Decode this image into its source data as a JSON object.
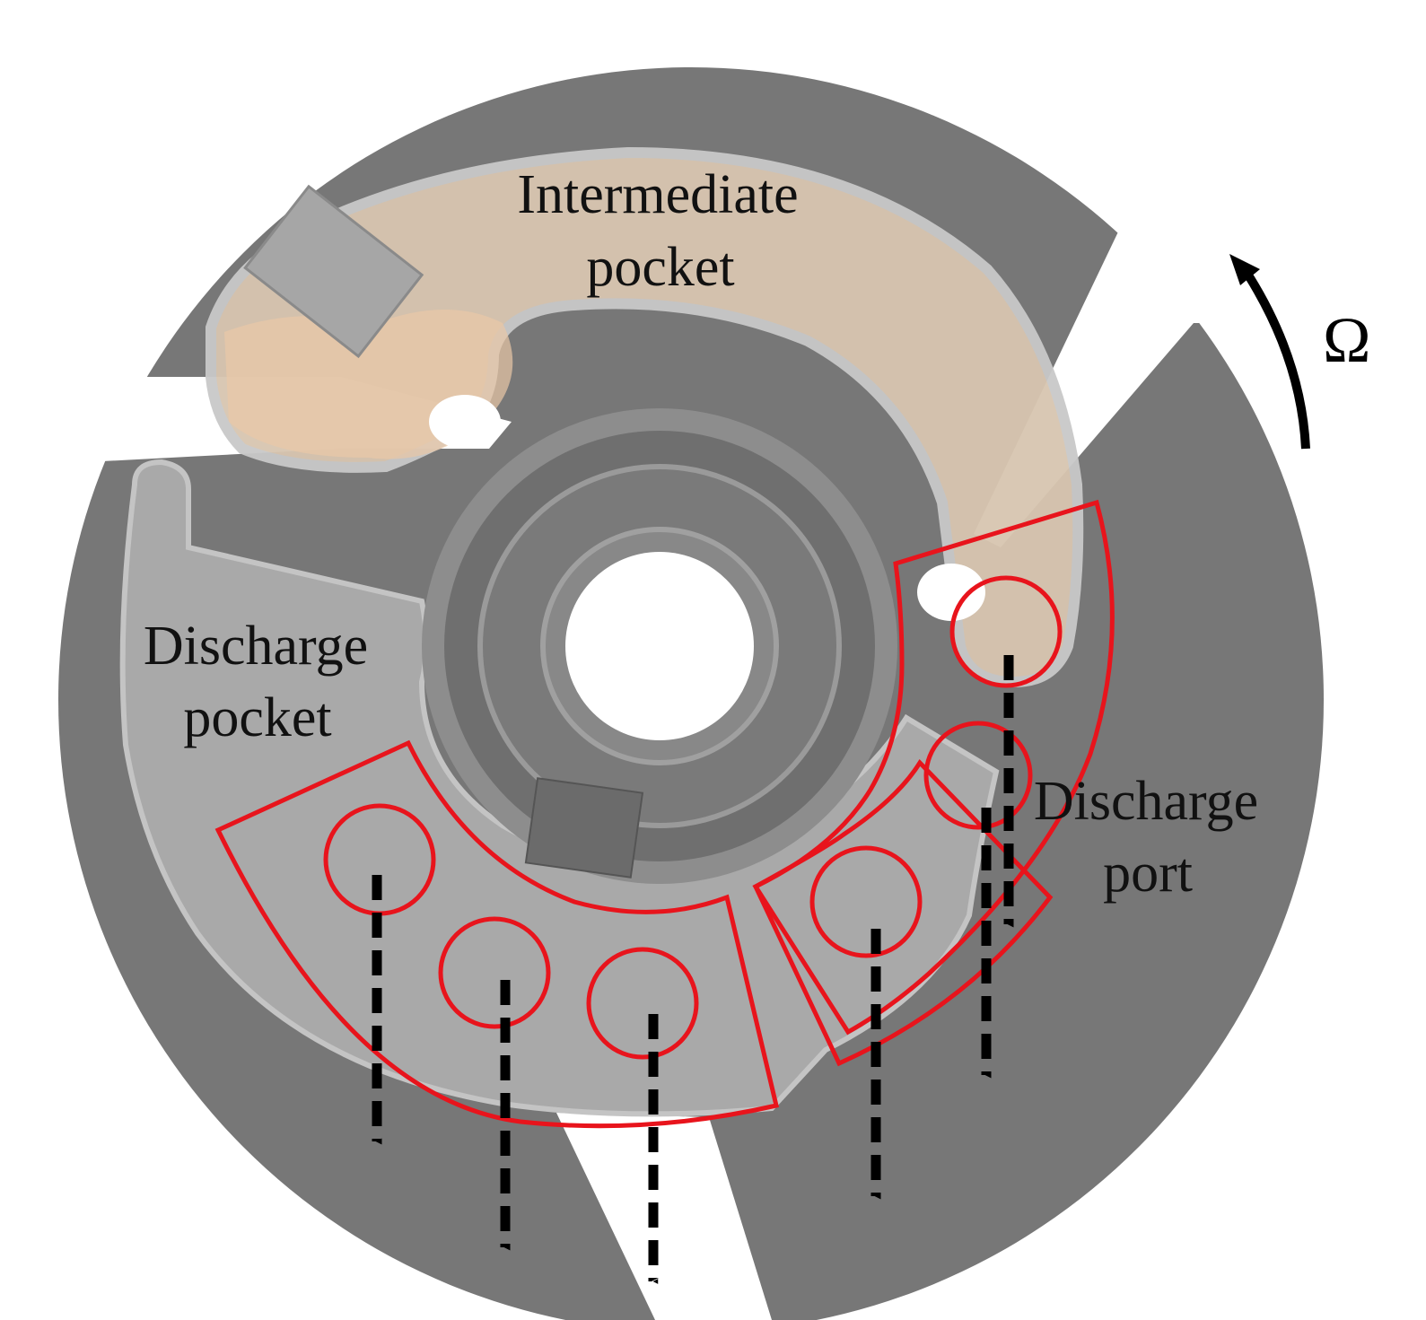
{
  "labels": {
    "intermediate_line1": "Intermediate",
    "intermediate_line2": "pocket",
    "discharge_pocket_line1": "Discharge",
    "discharge_pocket_line2": "pocket",
    "discharge_port_line1": "Discharge",
    "discharge_port_line2": "port",
    "rotation_symbol": "Ω"
  },
  "colors": {
    "disk": "#777777",
    "pocket_fill": "#a8a8a8",
    "hub": "#8c8c8c",
    "intermediate_fill": "#d9c8b4",
    "highlight": "#e8141c",
    "flow_arrow": "#000000"
  },
  "icons": {
    "rotation": "curved-arrow-icon",
    "flow": "dashed-down-arrow-icon"
  }
}
